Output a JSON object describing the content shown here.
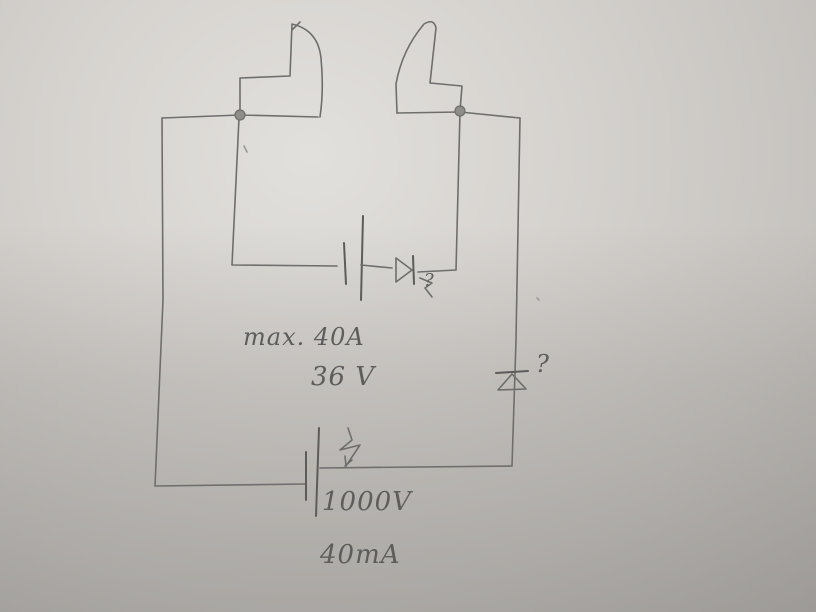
{
  "diagram": {
    "load_current_label": "max. 40A",
    "load_voltage_label": "36 V",
    "source_voltage_label": "1000V",
    "source_current_label": "40mA",
    "upper_diode_mark": "?",
    "right_diode_mark": "?"
  },
  "icons": {
    "left_clamp": "clamp-jaw-icon",
    "right_clamp": "clamp-jaw-icon",
    "source": "battery-symbol-icon",
    "load_cell": "battery-symbol-icon",
    "diode": "diode-symbol-icon",
    "spark": "lightning-bolt-icon"
  },
  "colors": {
    "paper": "#d6d3cf",
    "pencil": "#6f6e6c"
  }
}
